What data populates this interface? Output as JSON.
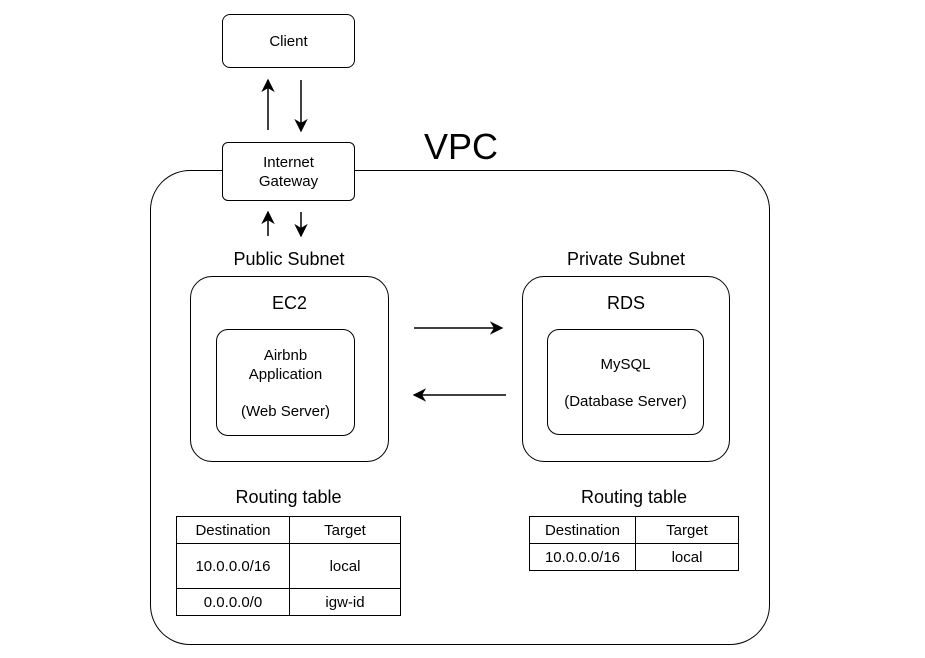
{
  "client": {
    "label": "Client"
  },
  "vpc": {
    "label": "VPC"
  },
  "gateway": {
    "line1": "Internet",
    "line2": "Gateway"
  },
  "public_subnet": {
    "title": "Public Subnet",
    "service": "EC2",
    "app": {
      "line1": "Airbnb",
      "line2": "Application",
      "line3": "(Web Server)"
    }
  },
  "private_subnet": {
    "title": "Private Subnet",
    "service": "RDS",
    "db": {
      "line1": "MySQL",
      "line2": "(Database Server)"
    }
  },
  "public_routing_table": {
    "title": "Routing table",
    "headers": [
      "Destination",
      "Target"
    ],
    "rows": [
      [
        "10.0.0.0/16",
        "local"
      ],
      [
        "0.0.0.0/0",
        "igw-id"
      ]
    ]
  },
  "private_routing_table": {
    "title": "Routing table",
    "headers": [
      "Destination",
      "Target"
    ],
    "rows": [
      [
        "10.0.0.0/16",
        "local"
      ]
    ]
  }
}
